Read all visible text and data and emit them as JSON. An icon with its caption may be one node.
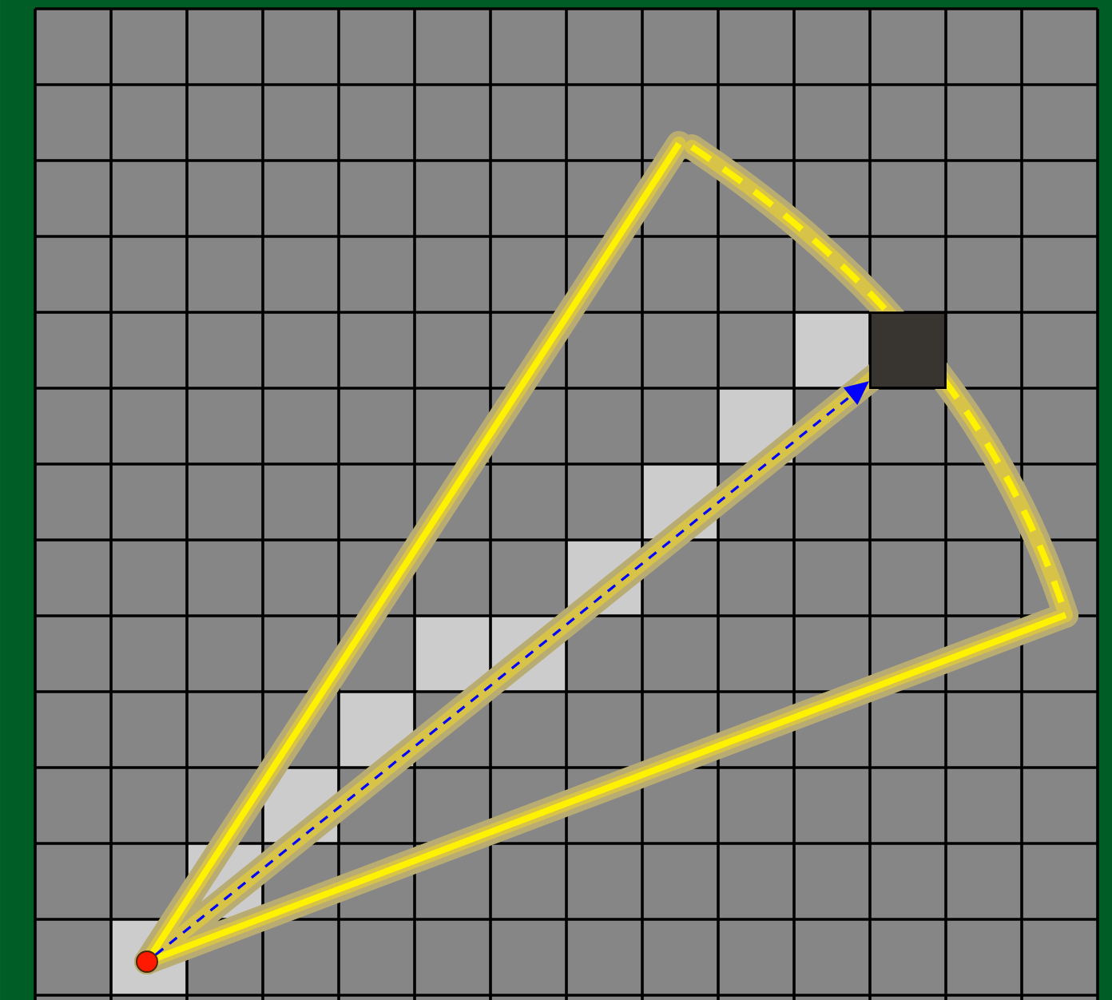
{
  "diagram": {
    "nodes": [
      {
        "text": [],
        "shape": "circle"
      },
      {
        "text": [],
        "shape": "box"
      }
    ],
    "edges": [
      {
        "from": 0,
        "to": 1,
        "arrow": "to",
        "style": "dashed",
        "color": "#0000ff"
      }
    ]
  }
}
